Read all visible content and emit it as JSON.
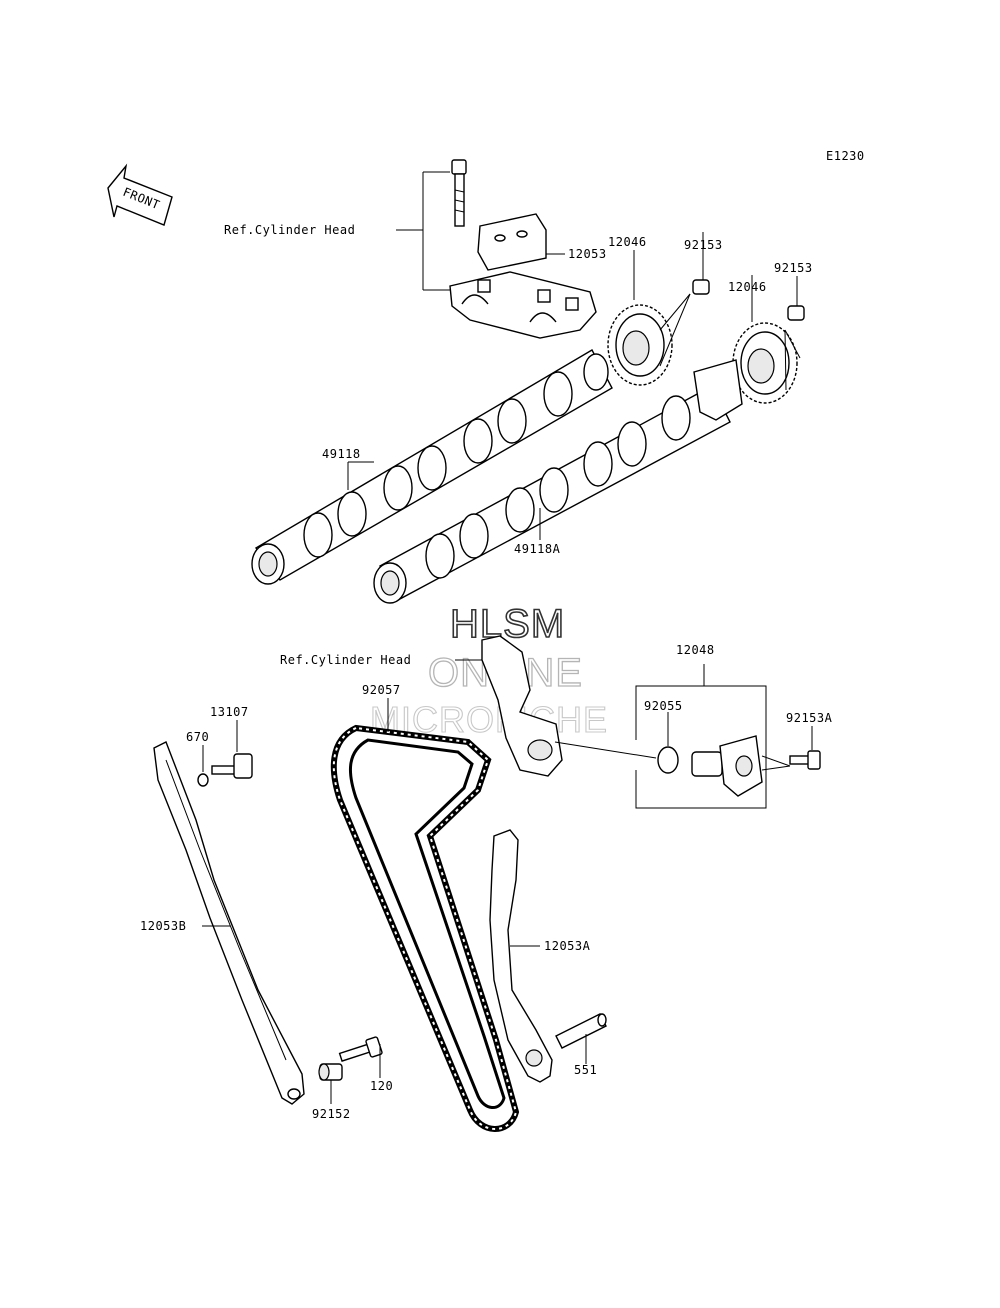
{
  "diagram_code": "E1230",
  "front_arrow_label": "FRONT",
  "ref_labels": [
    "Ref.Cylinder Head",
    "Ref.Cylinder Head"
  ],
  "part_labels": {
    "p12053": "12053",
    "p12046_a": "12046",
    "p92153_a": "92153",
    "p12046_b": "12046",
    "p92153_b": "92153",
    "p49118": "49118",
    "p49118A": "49118A",
    "p12048": "12048",
    "p92057": "92057",
    "p92055": "92055",
    "p13107": "13107",
    "p670": "670",
    "p92153A": "92153A",
    "p12053B": "12053B",
    "p12053A": "12053A",
    "p551": "551",
    "p120": "120",
    "p92152": "92152"
  },
  "watermark": [
    "HLSM",
    "ONLINE",
    "MICROFICHE"
  ]
}
